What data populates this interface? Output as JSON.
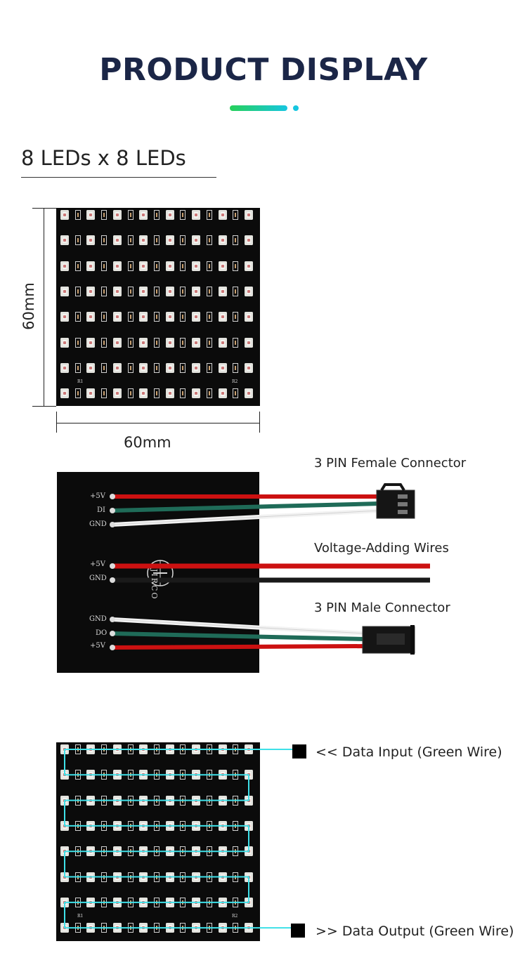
{
  "header": {
    "title": "PRODUCT DISPLAY"
  },
  "section": {
    "subtitle": "8 LEDs x 8 LEDs"
  },
  "dimensions": {
    "height_label": "60mm",
    "width_label": "60mm"
  },
  "matrix": {
    "rows": 8,
    "cols": 8,
    "resistor_labels": [
      "R1",
      "R2"
    ]
  },
  "pinout": {
    "input_pins": [
      "+5V",
      "DI",
      "GND"
    ],
    "power_pins": [
      "+5V",
      "GND"
    ],
    "output_pins": [
      "GND",
      "DO",
      "+5V"
    ],
    "logo_text": "JIRCO",
    "female_connector_label": "3 PIN Female Connector",
    "voltage_wires_label": "Voltage-Adding Wires",
    "male_connector_label": "3 PIN Male Connector"
  },
  "dataflow": {
    "input_label": "<< Data Input (Green Wire)",
    "output_label": ">> Data Output (Green Wire)"
  },
  "colors": {
    "title": "#1b2647",
    "board": "#0b0b0b",
    "accent_green": "#27d05a",
    "accent_cyan": "#16c6e0",
    "wire_red": "#cc1111",
    "wire_green": "#1f6b58",
    "wire_white": "#f2f2f2",
    "wire_black": "#1a1a1a",
    "data_path": "#3ee0e8"
  }
}
